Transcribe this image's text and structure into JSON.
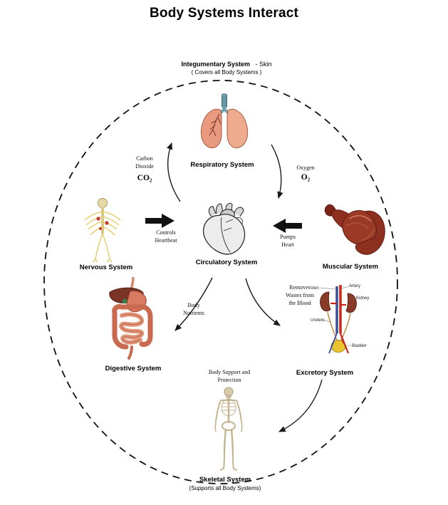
{
  "title": "Body Systems Interact",
  "integumentary": {
    "name": "Integumentary System",
    "suffix": "- Skin",
    "note": "( Covers all Body Systems )"
  },
  "systems": {
    "respiratory": "Respiratory System",
    "circulatory": "Circulatory System",
    "nervous": "Nervous System",
    "muscular": "Muscular System",
    "digestive": "Digestive System",
    "excretory": "Excretory System",
    "skeletal": "Skeletal System",
    "skeletal_note": "(Supports all Body Systems)"
  },
  "annotations": {
    "carbon_dioxide": "Carbon\nDioxide",
    "co2": "CO₂",
    "oxygen": "Oxygen",
    "o2": "O₂",
    "controls_heartbeat": "Controls\nHeartbeat",
    "pumps_heart": "Pumps\nHeart",
    "body_nutrients": "Body\nNutrients",
    "removes_wastes": "Removes\nWastes from\nthe Blood",
    "body_support": "Body Support and\nProtection"
  },
  "excretory_parts": {
    "vein": "Vein",
    "artery": "Artery",
    "kidney": "Kidney",
    "ureters": "Ureters",
    "bladder": "Bladder"
  },
  "colors": {
    "outline_dash": "#111111",
    "lung": "#EDA489",
    "trachea": "#6FA3AC",
    "muscle": "#8E3020",
    "liver": "#7B3325",
    "intestine": "#E09478",
    "kidney": "#8A3A28",
    "artery": "#C6281A",
    "vein": "#3A4E9E",
    "bladder": "#E8C530",
    "bone": "#D9CCAC"
  }
}
